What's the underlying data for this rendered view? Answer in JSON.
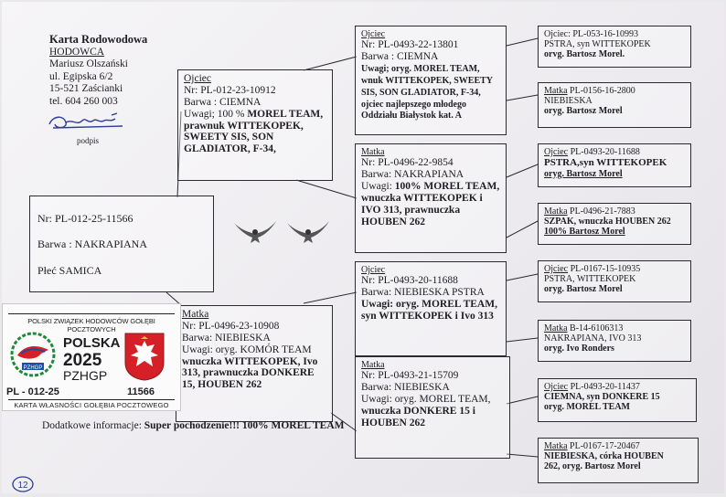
{
  "breeder": {
    "title": "Karta Rodowodowa",
    "role": "HODOWCA",
    "name": "Mariusz Olszański",
    "street": "ul. Egipska 6/2",
    "city": "15-521 Zaścianki",
    "phone": "tel. 604 260 003",
    "signature_label": "podpis"
  },
  "pigeon": {
    "ring": "Nr: PL-012-25-11566",
    "color": "Barwa : NAKRAPIANA",
    "sex": "Płeć  SAMICA"
  },
  "father": {
    "label": "Ojciec",
    "ring": "Nr: PL-012-23-10912",
    "color": "Barwa : CIEMNA",
    "notes_plain": "Uwagi; 100 % ",
    "notes_bold": "MOREL TEAM, prawnuk WITTEKOPEK, SWEETY SIS, SON GLADIATOR, F-34,"
  },
  "mother": {
    "label": "Matka",
    "ring": "Nr: PL-0496-23-10908",
    "color": "Barwa: NIEBIESKA",
    "notes_plain": "Uwagi: oryg. KOMÓR TEAM",
    "notes_bold": "wnuczka WITTEKOPEK, Ivo 313, prawnuczka DONKERE 15, HOUBEN 262"
  },
  "ff": {
    "label": "Ojciec",
    "ring": "Nr: PL-0493-22-13801",
    "color": "Barwa : CIEMNA",
    "notes_bold": "Uwagi; oryg. MOREL TEAM, wnuk WITTEKOPEK, SWEETY SIS, SON GLADIATOR, F-34, ojciec najlepszego młodego Oddziału Białystok kat. A"
  },
  "fm": {
    "label": "Matka",
    "ring": "Nr: PL-0496-22-9854",
    "color": "Barwa: NAKRAPIANA",
    "notes_plain": "Uwagi: ",
    "notes_bold": "100% MOREL TEAM, wnuczka WITTEKOPEK i IVO 313, prawnuczka HOUBEN 262"
  },
  "mf": {
    "label": "Ojciec",
    "ring": "Nr: PL-0493-20-11688",
    "color": "Barwa: NIEBIESKA PSTRA",
    "notes_bold": "Uwagi: oryg. MOREL TEAM, syn WITTEKOPEK i Ivo 313"
  },
  "mm": {
    "label": "Matka",
    "ring": "Nr: PL-0493-21-15709",
    "color": "Barwa: NIEBIESKA",
    "notes_plain": "Uwagi: oryg. MOREL TEAM,",
    "notes_bold": "wnuczka DONKERE 15 i HOUBEN 262"
  },
  "g1": {
    "label": "Ojciec:",
    "line1": " PL-053-16-10993",
    "line2": "PSTRA, syn WITTEKOPEK",
    "line3": "orvg. Bartosz Morel."
  },
  "g2": {
    "label": "Matka",
    "line1": " PL-0156-16-2800",
    "line2": "NIEBIESKA",
    "line3": "oryg. Bartosz Morel"
  },
  "g3": {
    "label": "Ojciec",
    "line1": "  PL-0493-20-11688",
    "line2": "PSTRA,syn WITTEKOPEK",
    "line3": "oryg. Bartosz Morel"
  },
  "g4": {
    "label": "Matka",
    "line1": " PL-0496-21-7883",
    "line2": "SZPAK,  wnuczka HOUBEN 262",
    "line3": "100% Bartosz Morel"
  },
  "g5": {
    "label": "Ojciec",
    "line1": "  PL-0167-15-10935",
    "line2": "PSTRA, WITTEKOPEK",
    "line3": "oryg. Bartosz Morel"
  },
  "g6": {
    "label": "Matka",
    "line1": " B-14-6106313",
    "line2": "NAKRAPIANA, IVO 313",
    "line3": "oryg. Ivo Ronders"
  },
  "g7": {
    "label": "Ojciec",
    "line1": "  PL-0493-20-11437",
    "line2": "CIEMNA, syn DONKERE 15",
    "line3": "oryg. MOREL TEAM"
  },
  "g8": {
    "label": "Matka",
    "line1": " PL-0167-17-20467",
    "line2": "NIEBIESKA,  córka  HOUBEN",
    "line3": "262, oryg. Bartosz Morel"
  },
  "ring_label": {
    "top": "POLSKI ZWIĄZEK HODOWCÓW GOŁĘBI POCZTOWYCH",
    "country": "POLSKA",
    "year": "2025",
    "org": "PZHGP",
    "logo_text": "PZHGP",
    "ring": "PL - 012-25",
    "number": "11566",
    "bottom": "KARTA  WŁASNOŚCI GOŁĘBIA POCZTOWEGO"
  },
  "extra": {
    "plain": "Dodatkowe informacje: ",
    "bold": "Super pochodzenie!!! 100% MOREL TEAM"
  },
  "page_number": "12",
  "colors": {
    "ink": "#1d1d22",
    "stamp_red": "#d42026",
    "stamp_green": "#1f8a3c",
    "stamp_blue": "#1d4fa0",
    "signature_blue": "#2b3c9a"
  }
}
